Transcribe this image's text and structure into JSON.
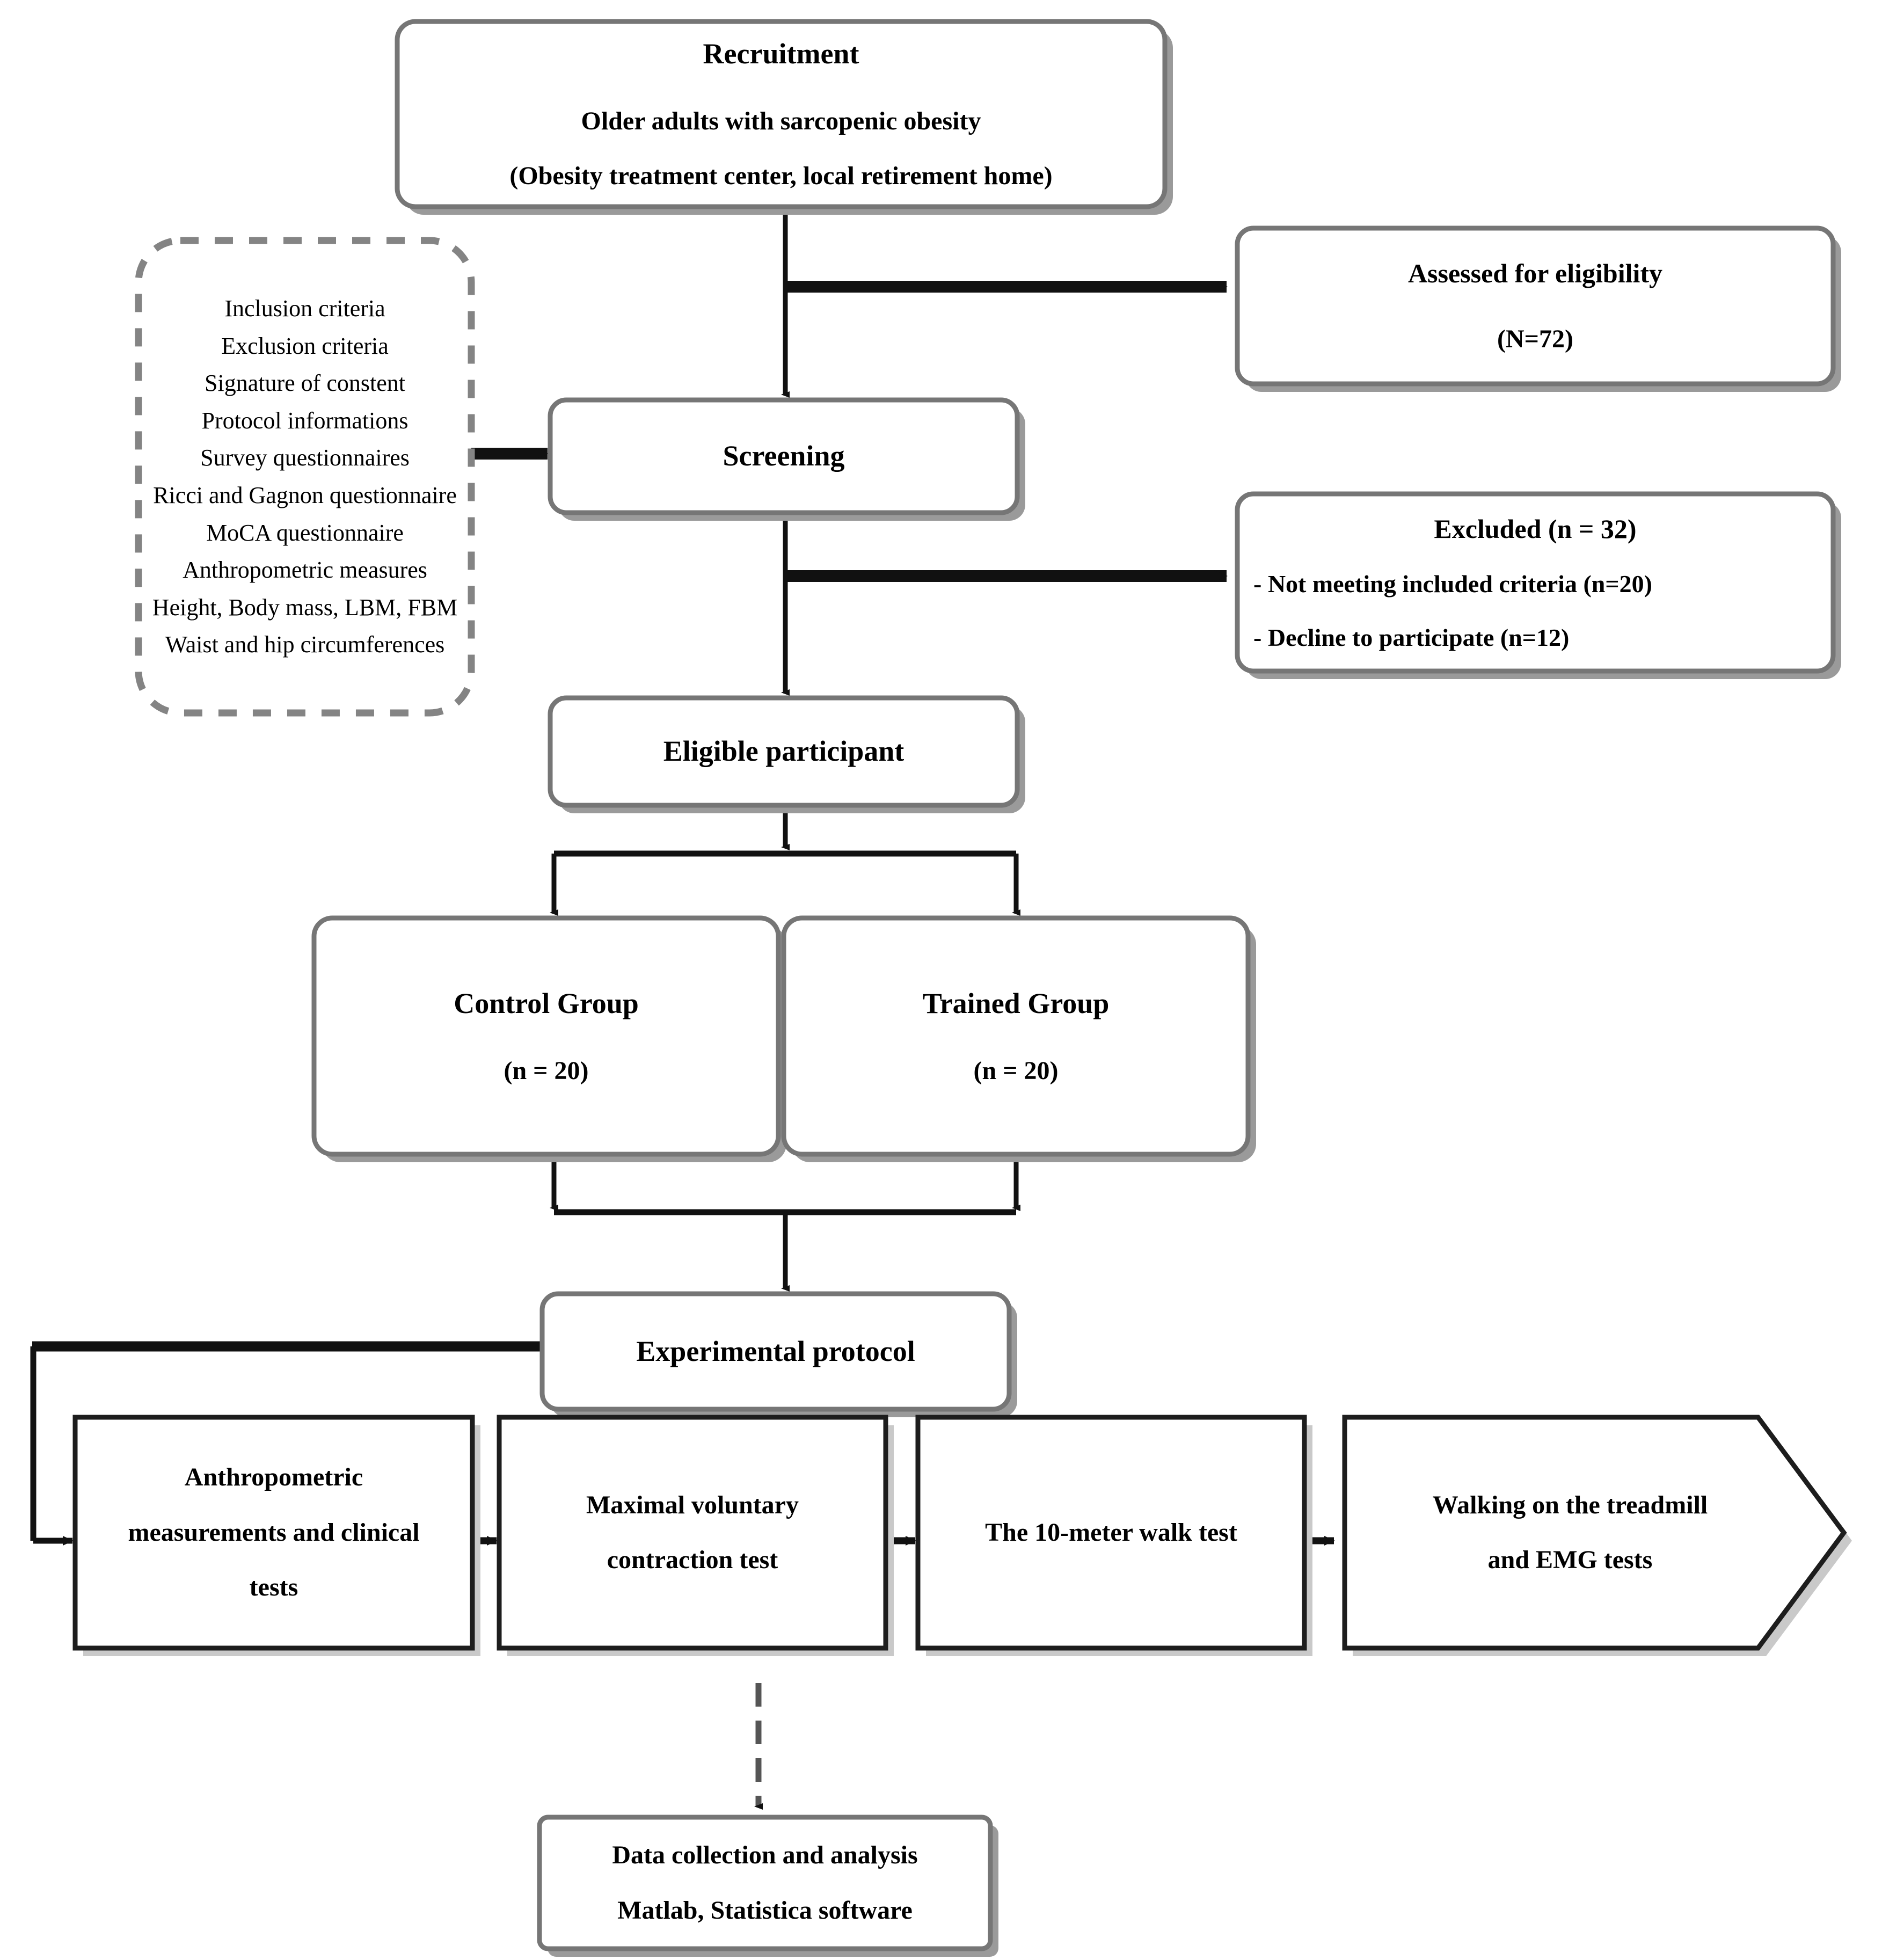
{
  "diagram": {
    "title": "Study flowchart: recruitment, screening, group allocation and experimental protocol",
    "type": "flowchart"
  },
  "nodes": {
    "recruitment": {
      "name": "Recruitment",
      "line1": "Recruitment",
      "line2": "Older adults with sarcopenic obesity",
      "line3": "(Obesity treatment center, local retirement home)"
    },
    "eligibility": {
      "line1": "Assessed for eligibility",
      "line2": "(N=72)"
    },
    "criteria": {
      "items": [
        "Inclusion criteria",
        "Exclusion criteria",
        "Signature of constent",
        "Protocol informations",
        "Survey questionnaires",
        "Ricci and Gagnon questionnaire",
        "MoCA questionnaire",
        "Anthropometric measures",
        "Height, Body mass, LBM, FBM",
        "Waist and hip circumferences"
      ]
    },
    "screening": {
      "line1": "Screening"
    },
    "excluded": {
      "line1": "Excluded (n = 32)",
      "line2": "- Not meeting included criteria (n=20)",
      "line3": "- Decline to participate (n=12)"
    },
    "eligible_participant": {
      "line1": "Eligible participant"
    },
    "control_group": {
      "line1": "Control Group",
      "line2": "(n = 20)"
    },
    "trained_group": {
      "line1": "Trained Group",
      "line2": "(n = 20)"
    },
    "experimental_protocol": {
      "line1": "Experimental protocol"
    },
    "anthropometric_tests": {
      "line1": "Anthropometric",
      "line2": "measurements and clinical",
      "line3": "tests"
    },
    "mvc_test": {
      "line1": "Maximal voluntary",
      "line2": "contraction test"
    },
    "walk_test": {
      "line1": "The 10-meter walk test"
    },
    "treadmill_emg": {
      "line1": "Walking on the treadmill",
      "line2": "and EMG tests"
    },
    "data_collection": {
      "line1": "Data collection and analysis",
      "line2": "Matlab, Statistica software"
    }
  },
  "colors": {
    "border": "#6b6b6b",
    "border_dark": "#1a1a1a",
    "shadow": "#8a8a8a",
    "text": "#000000",
    "background": "#ffffff",
    "dashed_border": "#808080"
  }
}
